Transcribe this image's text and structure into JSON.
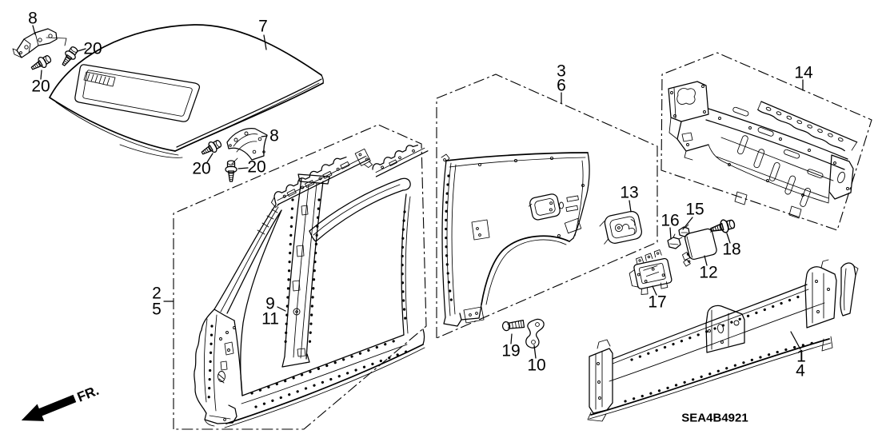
{
  "meta": {
    "code": "SEA4B4921",
    "direction": "FR.",
    "line_color": "#000000",
    "background_color": "#ffffff"
  },
  "callouts": {
    "l8a": "8",
    "l20a": "20",
    "l20b": "20",
    "l7": "7",
    "l20c": "20",
    "l8b": "8",
    "l20d": "20",
    "l2": "2",
    "l5": "5",
    "l9": "9",
    "l11": "11",
    "l3": "3",
    "l6": "6",
    "l13": "13",
    "l14": "14",
    "l16": "16",
    "l15": "15",
    "l18": "18",
    "l12": "12",
    "l17": "17",
    "l19": "19",
    "l10": "10",
    "l1": "1",
    "l4": "4"
  }
}
